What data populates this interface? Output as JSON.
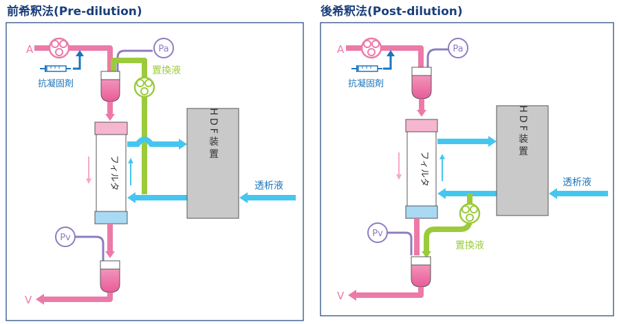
{
  "panels": [
    {
      "title": "前希釈法(Pre-dilution)",
      "labels": {
        "arterial": "A",
        "venous": "V",
        "pa": "Pa",
        "pv": "Pv",
        "anticoagulant": "抗凝固剤",
        "substitution": "置換液",
        "filter": "フィルタ",
        "hdf_device": "HDF装置",
        "dialysate": "透析液"
      }
    },
    {
      "title": "後希釈法(Post-dilution)",
      "labels": {
        "arterial": "A",
        "venous": "V",
        "pa": "Pa",
        "pv": "Pv",
        "anticoagulant": "抗凝固剤",
        "substitution": "置換液",
        "filter": "フィルタ",
        "hdf_device": "HDF装置",
        "dialysate": "透析液"
      }
    }
  ],
  "colors": {
    "blood": "#ec7aa8",
    "dialysate": "#45c6ef",
    "substitution": "#9bcb3b",
    "pressure": "#8d7cc0",
    "anticoagulant": "#1b75bc",
    "frame": "#1a3f7a",
    "device": "#c9c9c9"
  }
}
